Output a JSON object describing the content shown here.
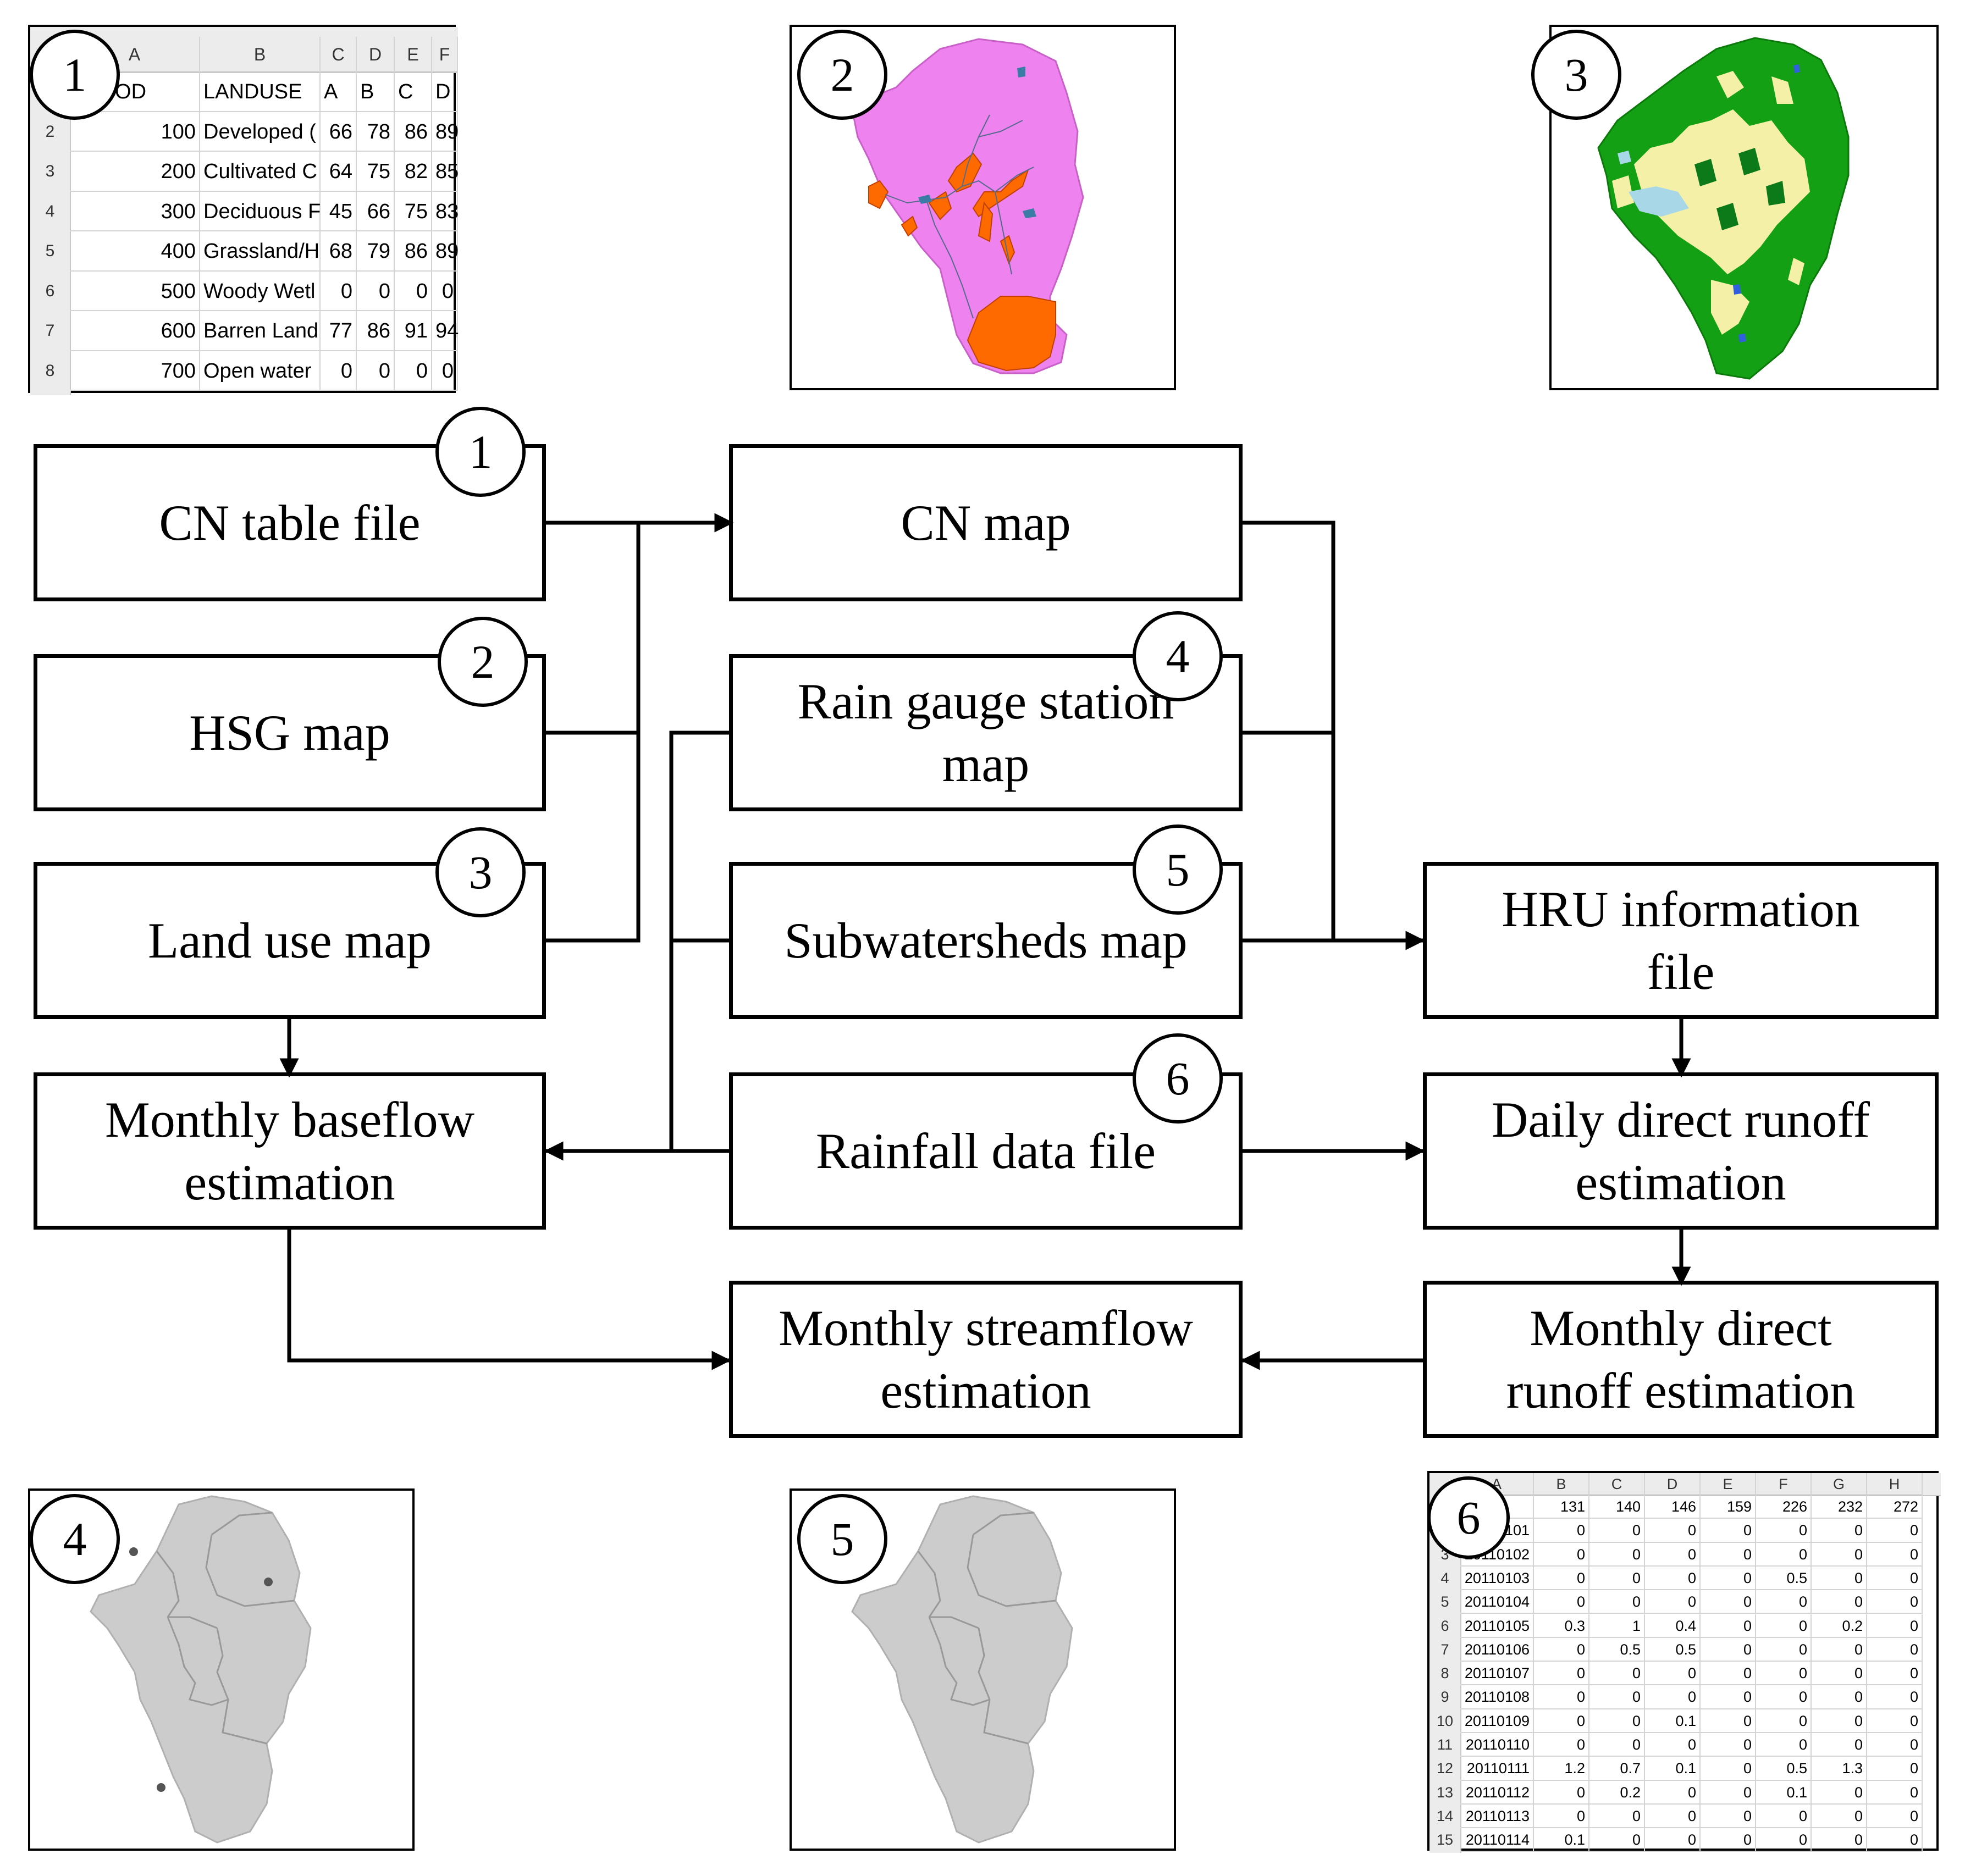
{
  "steps": {
    "cn_table_file": "CN table file",
    "hsg_map": "HSG map",
    "land_use_map": "Land use map",
    "cn_map": "CN map",
    "rain_gauge_station_map": "Rain gauge station map",
    "subwatersheds_map": "Subwatersheds map",
    "rainfall_data_file": "Rainfall data file",
    "monthly_baseflow_estimation": "Monthly baseflow estimation",
    "hru_information_file": "HRU information file",
    "daily_direct_runoff_estimation": "Daily direct runoff estimation",
    "monthly_direct_runoff_estimation": "Monthly direct runoff estimation",
    "monthly_streamflow_estimation": "Monthly streamflow estimation"
  },
  "markers": [
    "1",
    "2",
    "3",
    "4",
    "5",
    "6"
  ],
  "cn_table": {
    "col_letters": [
      "A",
      "B",
      "C",
      "D",
      "E",
      "F"
    ],
    "header": [
      "LUCOD",
      "LANDUSE",
      "A",
      "B",
      "C",
      "D"
    ],
    "rows": [
      {
        "n": "2",
        "cells": [
          "100",
          "Developed (",
          "66",
          "78",
          "86",
          "89"
        ]
      },
      {
        "n": "3",
        "cells": [
          "200",
          "Cultivated C",
          "64",
          "75",
          "82",
          "85"
        ]
      },
      {
        "n": "4",
        "cells": [
          "300",
          "Deciduous F",
          "45",
          "66",
          "75",
          "83"
        ]
      },
      {
        "n": "5",
        "cells": [
          "400",
          "Grassland/H",
          "68",
          "79",
          "86",
          "89"
        ]
      },
      {
        "n": "6",
        "cells": [
          "500",
          "Woody Wetl",
          "0",
          "0",
          "0",
          "0"
        ]
      },
      {
        "n": "7",
        "cells": [
          "600",
          "Barren Land",
          "77",
          "86",
          "91",
          "94"
        ]
      },
      {
        "n": "8",
        "cells": [
          "700",
          "Open water",
          "0",
          "0",
          "0",
          "0"
        ]
      }
    ]
  },
  "rain_table": {
    "col_letters": [
      "A",
      "B",
      "C",
      "D",
      "E",
      "F",
      "G",
      "H"
    ],
    "header": [
      "",
      "131",
      "140",
      "146",
      "159",
      "226",
      "232",
      "272"
    ],
    "rows": [
      {
        "n": "2",
        "cells": [
          "20110101",
          "0",
          "0",
          "0",
          "0",
          "0",
          "0",
          "0"
        ]
      },
      {
        "n": "3",
        "cells": [
          "20110102",
          "0",
          "0",
          "0",
          "0",
          "0",
          "0",
          "0"
        ]
      },
      {
        "n": "4",
        "cells": [
          "20110103",
          "0",
          "0",
          "0",
          "0",
          "0.5",
          "0",
          "0"
        ]
      },
      {
        "n": "5",
        "cells": [
          "20110104",
          "0",
          "0",
          "0",
          "0",
          "0",
          "0",
          "0"
        ]
      },
      {
        "n": "6",
        "cells": [
          "20110105",
          "0.3",
          "1",
          "0.4",
          "0",
          "0",
          "0.2",
          "0"
        ]
      },
      {
        "n": "7",
        "cells": [
          "20110106",
          "0",
          "0.5",
          "0.5",
          "0",
          "0",
          "0",
          "0"
        ]
      },
      {
        "n": "8",
        "cells": [
          "20110107",
          "0",
          "0",
          "0",
          "0",
          "0",
          "0",
          "0"
        ]
      },
      {
        "n": "9",
        "cells": [
          "20110108",
          "0",
          "0",
          "0",
          "0",
          "0",
          "0",
          "0"
        ]
      },
      {
        "n": "10",
        "cells": [
          "20110109",
          "0",
          "0",
          "0.1",
          "0",
          "0",
          "0",
          "0"
        ]
      },
      {
        "n": "11",
        "cells": [
          "20110110",
          "0",
          "0",
          "0",
          "0",
          "0",
          "0",
          "0"
        ]
      },
      {
        "n": "12",
        "cells": [
          "20110111",
          "1.2",
          "0.7",
          "0.1",
          "0",
          "0.5",
          "1.3",
          "0"
        ]
      },
      {
        "n": "13",
        "cells": [
          "20110112",
          "0",
          "0.2",
          "0",
          "0",
          "0.1",
          "0",
          "0"
        ]
      },
      {
        "n": "14",
        "cells": [
          "20110113",
          "0",
          "0",
          "0",
          "0",
          "0",
          "0",
          "0"
        ]
      },
      {
        "n": "15",
        "cells": [
          "20110114",
          "0.1",
          "0",
          "0",
          "0",
          "0",
          "0",
          "0"
        ]
      }
    ]
  },
  "colors": {
    "hsg_a": "#ee82ee",
    "hsg_b": "#ff6a00",
    "landuse_forest": "#14a014",
    "landuse_cultivated": "#f4f0a8",
    "watershed_fill": "#cccccc",
    "gauge_dot": "#555555"
  }
}
